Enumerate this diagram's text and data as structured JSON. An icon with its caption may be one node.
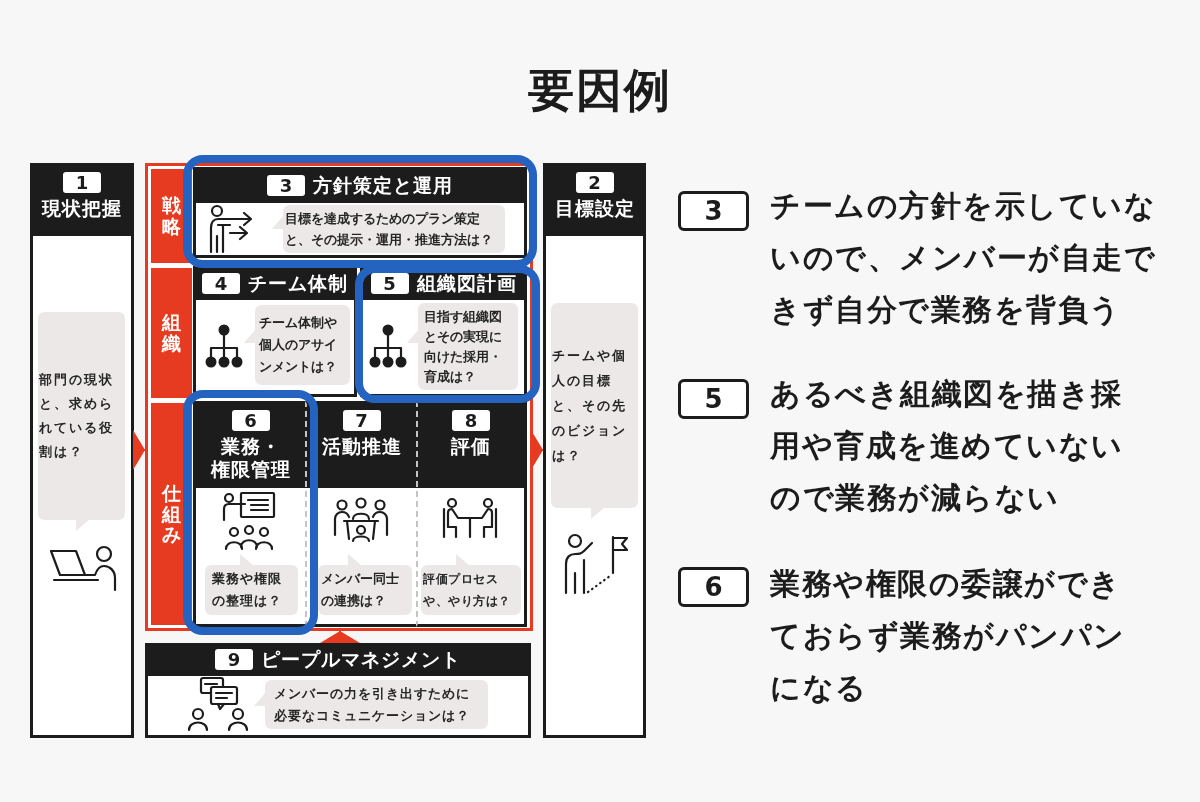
{
  "diagram": {
    "title": "要因例",
    "nodes": [
      {
        "text": [
          "1",
          "現状把握",
          "部門の現状と、求められている役割は？"
        ]
      },
      {
        "text": [],
        "shape": "box"
      },
      {
        "text": [
          "戦略"
        ],
        "in": 1
      },
      {
        "text": [
          "3",
          "方針策定と運用",
          "目標を達成するためのプラン策定と、その提示・運用・推進方法は？"
        ],
        "in": 1
      },
      {
        "text": [
          "組織"
        ],
        "in": 1
      },
      {
        "text": [
          "4",
          "チーム体制",
          "チーム体制や個人のアサインメントは？"
        ],
        "in": 1
      },
      {
        "text": [
          "5",
          "組織図計画",
          "目指す組織図とその実現に向けた採用・育成は？"
        ],
        "in": 1
      },
      {
        "text": [
          "仕組み"
        ],
        "in": 1
      },
      {
        "text": [
          "6",
          "業務・権限管理",
          "業務や権限の整理は？"
        ],
        "in": 1
      },
      {
        "text": [
          "7",
          "活動推進",
          "メンバー同士の連携は？"
        ],
        "in": 1
      },
      {
        "text": [
          "8",
          "評価",
          "評価プロセスや、やり方は？"
        ],
        "in": 1
      },
      {
        "text": [
          "2",
          "目標設定",
          "チームや個人の目標と、その先のビジョンは？"
        ]
      },
      {
        "text": [
          "9",
          "ピープルマネジメント",
          "メンバーの力を引き出すために必要なコミュニケーションは？"
        ]
      },
      {
        "text": [
          "3"
        ],
        "beside": [
          "チームの方針を示していないので、メンバーが自走できず自分で業務を背負う"
        ]
      },
      {
        "text": [
          "5"
        ],
        "beside": [
          "あるべき組織図を描き採用や育成を進めていないので業務が減らない"
        ]
      },
      {
        "text": [
          "6"
        ],
        "beside": [
          "業務や権限の委譲ができておらず業務がパンパンになる"
        ]
      }
    ],
    "edges": [
      {
        "from": 0,
        "to": 1,
        "arrow": "to"
      },
      {
        "from": 1,
        "to": 11,
        "arrow": "to"
      },
      {
        "from": 12,
        "to": 1,
        "arrow": "to"
      }
    ]
  }
}
